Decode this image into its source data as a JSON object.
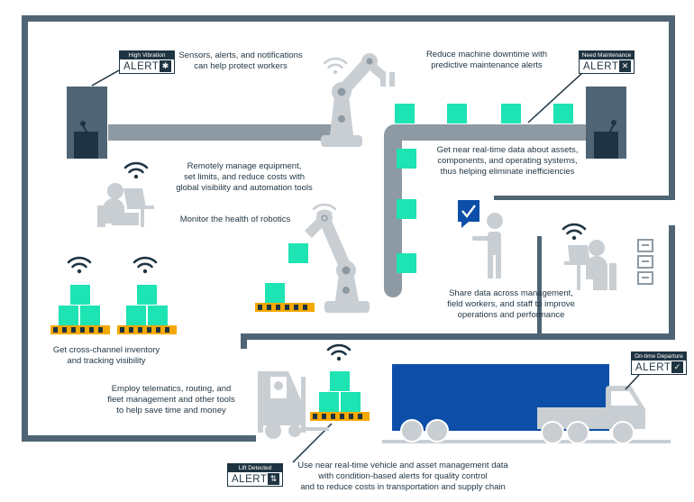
{
  "captions": {
    "sensors": [
      "Sensors, alerts, and notifications",
      "can help protect workers"
    ],
    "downtime": [
      "Reduce machine downtime with",
      "predictive maintenance alerts"
    ],
    "remote": [
      "Remotely manage equipment,",
      "set limits, and reduce costs with",
      "global visibility and automation tools"
    ],
    "realtime_data": [
      "Get near real-time data about assets,",
      "components, and operating systems,",
      "thus helping eliminate inefficiencies"
    ],
    "robotics": [
      "Monitor the health of robotics"
    ],
    "share": [
      "Share data across management,",
      "field workers, and staff to improve",
      "operations and performance"
    ],
    "inventory": [
      "Get cross-channel inventory",
      "and tracking visibility"
    ],
    "telematics": [
      "Employ telematics, routing, and",
      "fleet management and other tools",
      "to help save time and money"
    ],
    "vehicle": [
      "Use near real-time vehicle and asset management data",
      "with condition-based alerts for quality control",
      "and to reduce costs in transportation and supply chain"
    ]
  },
  "alerts": {
    "high_vibration": {
      "header": "High Vibration",
      "label": "ALERT",
      "icon": "gear-icon"
    },
    "need_maintenance": {
      "header": "Need Maintenance",
      "label": "ALERT",
      "icon": "wrench-icon"
    },
    "on_time_departure": {
      "header": "On-time Departure",
      "label": "ALERT",
      "icon": "checkmark-icon"
    },
    "lift_detected": {
      "header": "Lift Detected",
      "label": "ALERT",
      "icon": "up-down-arrows-icon"
    }
  },
  "colors": {
    "outline": "#4f6575",
    "dark": "#1f3442",
    "gray": "#c9ced3",
    "box": "#1ee3b3",
    "pallet": "#f5a800",
    "truck": "#0d4fa8",
    "checkbox": "#0d4fa8"
  }
}
